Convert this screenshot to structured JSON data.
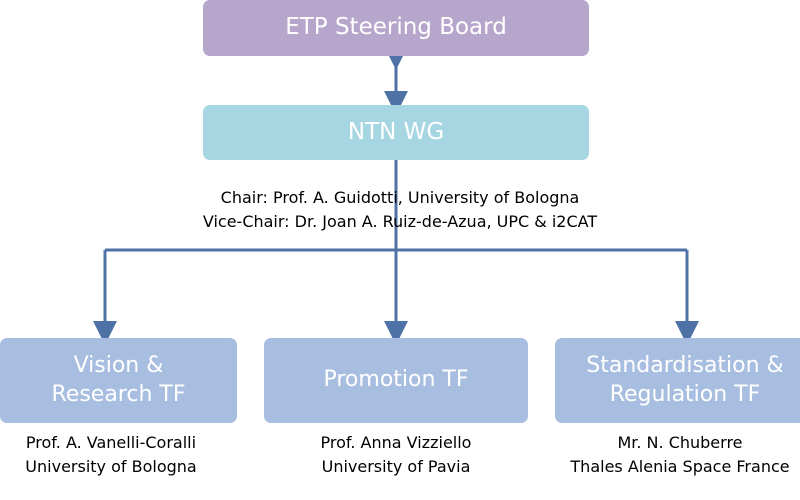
{
  "steering_board": {
    "label": "ETP Steering Board"
  },
  "working_group": {
    "label": "NTN WG",
    "chair": "Chair: Prof. A. Guidotti, University of Bologna",
    "vice_chair": "Vice-Chair: Dr. Joan A. Ruiz-de-Azua, UPC & i2CAT"
  },
  "task_forces": [
    {
      "line1": "Vision &",
      "line2": "Research TF",
      "lead_name": "Prof. A. Vanelli-Coralli",
      "lead_affiliation": "University of Bologna"
    },
    {
      "line1": "Promotion TF",
      "line2": "",
      "lead_name": "Prof. Anna Vizziello",
      "lead_affiliation": "University of Pavia"
    },
    {
      "line1": "Standardisation &",
      "line2": "Regulation TF",
      "lead_name": "Mr. N. Chuberre",
      "lead_affiliation": "Thales Alenia Space France"
    }
  ],
  "colors": {
    "steering_board": "#b7a6cb",
    "working_group": "#a6d6e2",
    "task_force": "#a8bee0",
    "connector": "#4f72a6"
  }
}
